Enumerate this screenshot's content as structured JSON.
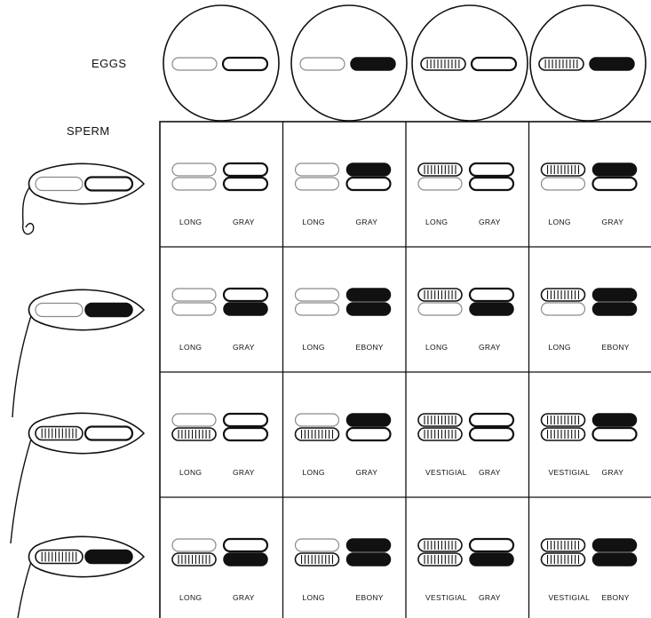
{
  "labels": {
    "eggs": "EGGS",
    "sperm": "SPERM"
  },
  "colors": {
    "ink": "#111111",
    "paper": "#ffffff",
    "faint": "#8a8a8a"
  },
  "eggs": [
    {
      "a": "long-light",
      "b": "gray"
    },
    {
      "a": "long-light",
      "b": "ebony"
    },
    {
      "a": "vestigial",
      "b": "gray"
    },
    {
      "a": "vestigial",
      "b": "ebony"
    }
  ],
  "sperm": [
    {
      "a": "long-light",
      "b": "gray"
    },
    {
      "a": "long-light",
      "b": "ebony"
    },
    {
      "a": "vestigial",
      "b": "gray"
    },
    {
      "a": "vestigial",
      "b": "ebony"
    }
  ],
  "grid": [
    [
      {
        "wing": "LONG",
        "body": "GRAY"
      },
      {
        "wing": "LONG",
        "body": "GRAY"
      },
      {
        "wing": "LONG",
        "body": "GRAY"
      },
      {
        "wing": "LONG",
        "body": "GRAY"
      }
    ],
    [
      {
        "wing": "LONG",
        "body": "GRAY"
      },
      {
        "wing": "LONG",
        "body": "EBONY"
      },
      {
        "wing": "LONG",
        "body": "GRAY"
      },
      {
        "wing": "LONG",
        "body": "EBONY"
      }
    ],
    [
      {
        "wing": "LONG",
        "body": "GRAY"
      },
      {
        "wing": "LONG",
        "body": "GRAY"
      },
      {
        "wing": "VESTIGIAL",
        "body": "GRAY"
      },
      {
        "wing": "VESTIGIAL",
        "body": "GRAY"
      }
    ],
    [
      {
        "wing": "LONG",
        "body": "GRAY"
      },
      {
        "wing": "LONG",
        "body": "EBONY"
      },
      {
        "wing": "VESTIGIAL",
        "body": "GRAY"
      },
      {
        "wing": "VESTIGIAL",
        "body": "EBONY"
      }
    ]
  ]
}
